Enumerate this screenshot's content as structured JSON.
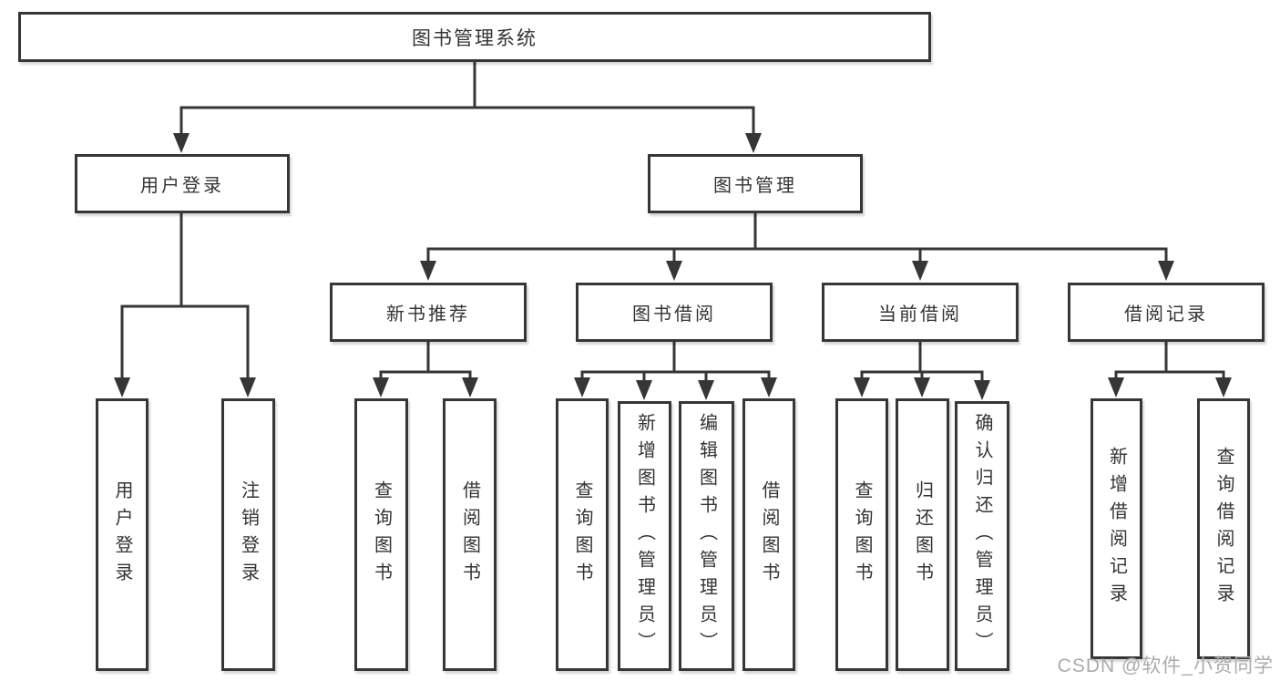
{
  "tree": {
    "root": "图书管理系统",
    "user_login": {
      "label": "用户登录",
      "children": [
        "用户登录",
        "注销登录"
      ]
    },
    "book_mgmt": {
      "label": "图书管理",
      "sections": [
        {
          "label": "新书推荐",
          "children": [
            "查询图书",
            "借阅图书"
          ]
        },
        {
          "label": "图书借阅",
          "children": [
            "查询图书",
            "新增图书（管理员）",
            "编辑图书（管理员）",
            "借阅图书"
          ]
        },
        {
          "label": "当前借阅",
          "children": [
            "查询图书",
            "归还图书",
            "确认归还（管理员）"
          ]
        },
        {
          "label": "借阅记录",
          "children": [
            "新增借阅记录",
            "查询借阅记录"
          ]
        }
      ]
    }
  },
  "watermark": {
    "text": "CSDN @软件_小贺同学"
  },
  "colors": {
    "line": "#363636",
    "box_border": "#363636",
    "text": "#333333",
    "watermark": "#ababab",
    "background": "#ffffff"
  }
}
